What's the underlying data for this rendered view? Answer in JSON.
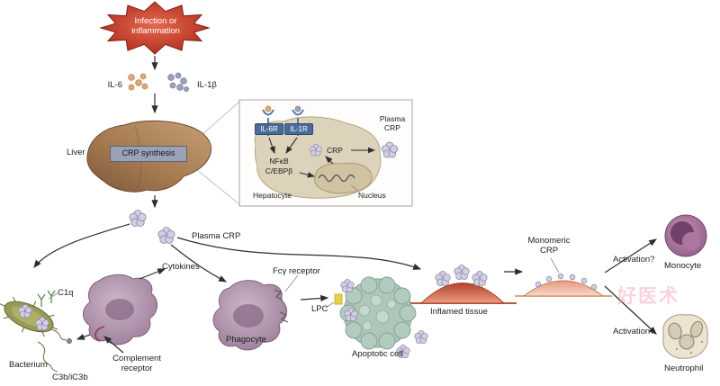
{
  "labels": {
    "infection": "Infection or inflammation",
    "il6": "IL-6",
    "il1b": "IL-1β",
    "liver": "Liver",
    "crp_synthesis": "CRP synthesis",
    "il6r": "IL-6R",
    "il1r": "IL-1R",
    "nfkb": "NFκB",
    "cebpb": "C/EBPβ",
    "crp": "CRP",
    "plasma_crp_inset": "Plasma CRP",
    "hepatocyte": "Hepatocyte",
    "nucleus": "Nucleus",
    "plasma_crp": "Plasma CRP",
    "c1q": "C1q",
    "bacterium": "Bacterium",
    "c3b_ic3b": "C3b/iC3b",
    "complement_receptor": "Complement receptor",
    "cytokines": "Cytokines",
    "phagocyte": "Phagocyte",
    "fcg_receptor": "Fcγ receptor",
    "lpc": "LPC",
    "apoptotic_cell": "Apoptotic cell",
    "inflamed_tissue": "Inflamed tissue",
    "monomeric_crp": "Monomeric CRP",
    "activation_monocyte": "Activation?",
    "activation_neutrophil": "Activation?",
    "monocyte": "Monocyte",
    "neutrophil": "Neutrophil",
    "watermark": "好医术"
  },
  "colors": {
    "starburst": "#b8321f",
    "il6_dots": "#dfa878",
    "il1b_dots": "#9aa3ba",
    "liver": "#a47a52",
    "crp_pentamer": "#d3cfe3",
    "receptor_blue": "#4a6b99",
    "hepatocyte_cell": "#ddd3ba",
    "phagocyte": "#b193ae",
    "apoptotic_cell": "#aec7ba",
    "inflamed_tissue": "#c54a33",
    "monocyte": "#a96f9b",
    "neutrophil": "#ebe4d3",
    "arrow": "#2e2e2e"
  }
}
